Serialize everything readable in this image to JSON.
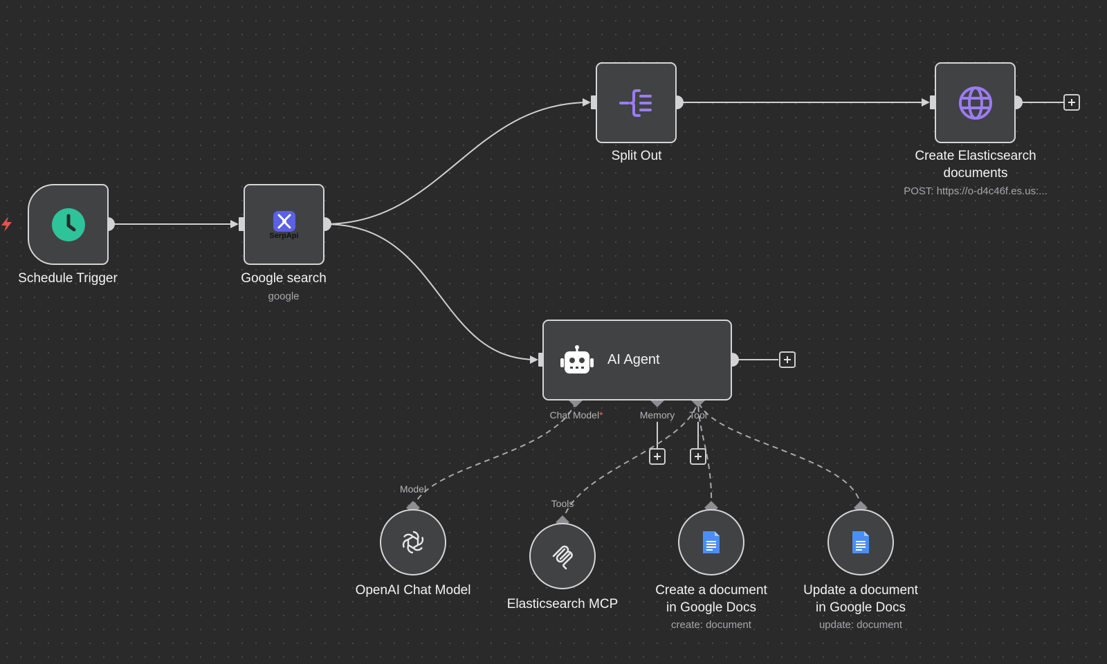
{
  "nodes": {
    "schedule_trigger": {
      "title": "Schedule Trigger"
    },
    "google_search": {
      "title": "Google search",
      "subtitle": "google",
      "logo_text": "SerpApi"
    },
    "split_out": {
      "title": "Split Out"
    },
    "create_es_docs": {
      "title_line1": "Create Elasticsearch",
      "title_line2": "documents",
      "subtitle": "POST: https://o-d4c46f.es.us:..."
    },
    "ai_agent": {
      "title": "AI Agent"
    },
    "openai_chat_model": {
      "title": "OpenAI Chat Model",
      "port_label": "Model"
    },
    "elasticsearch_mcp": {
      "title": "Elasticsearch MCP",
      "port_label": "Tools"
    },
    "create_gdoc": {
      "title_line1": "Create a document",
      "title_line2": "in Google Docs",
      "subtitle": "create: document"
    },
    "update_gdoc": {
      "title_line1": "Update a document",
      "title_line2": "in Google Docs",
      "subtitle": "update: document"
    }
  },
  "agent_ports": {
    "chat_model": "Chat Model",
    "chat_model_required": "*",
    "memory": "Memory",
    "tool": "Tool"
  },
  "colors": {
    "canvas": "#2a2a2b",
    "node_fill": "#414244",
    "node_border": "#d6d6d8",
    "connection": "#d0d0d3",
    "dashed": "#a9a9ad",
    "trigger_green": "#2fc39a",
    "serpapi_blue": "#5a60e8",
    "purple": "#9b7cf2",
    "gdocs_blue": "#4c8df6",
    "bolt": "#e5544a"
  },
  "icons": {
    "schedule_trigger": "clock-icon",
    "google_search": "serpapi-logo",
    "split_out": "split-out-icon",
    "create_es_docs": "globe-icon",
    "ai_agent": "robot-icon",
    "openai_chat_model": "openai-logo",
    "elasticsearch_mcp": "mcp-logo",
    "gdocs": "google-docs-icon",
    "trigger_marker": "lightning-bolt-icon"
  }
}
